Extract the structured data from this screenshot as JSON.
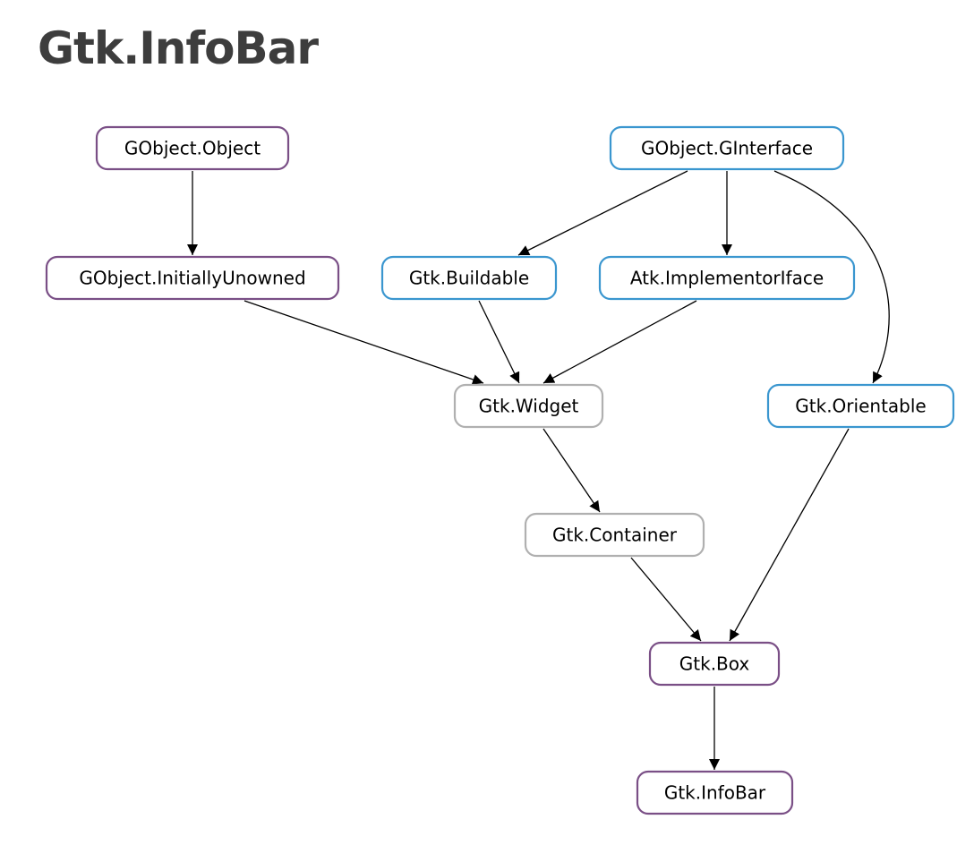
{
  "title": "Gtk.InfoBar",
  "colors": {
    "class": "#7a4f86",
    "interface": "#3a96cf",
    "abstract": "#b0b0b0",
    "edge": "#000000",
    "title": "#3d3d3d"
  },
  "nodes": [
    {
      "id": "gobject-object",
      "label": "GObject.Object",
      "kind": "class"
    },
    {
      "id": "gobject-ginterface",
      "label": "GObject.GInterface",
      "kind": "interface"
    },
    {
      "id": "gobject-initiallyunowned",
      "label": "GObject.InitiallyUnowned",
      "kind": "class"
    },
    {
      "id": "gtk-buildable",
      "label": "Gtk.Buildable",
      "kind": "interface"
    },
    {
      "id": "atk-implementoriface",
      "label": "Atk.ImplementorIface",
      "kind": "interface"
    },
    {
      "id": "gtk-widget",
      "label": "Gtk.Widget",
      "kind": "abstract"
    },
    {
      "id": "gtk-orientable",
      "label": "Gtk.Orientable",
      "kind": "interface"
    },
    {
      "id": "gtk-container",
      "label": "Gtk.Container",
      "kind": "abstract"
    },
    {
      "id": "gtk-box",
      "label": "Gtk.Box",
      "kind": "class"
    },
    {
      "id": "gtk-infobar",
      "label": "Gtk.InfoBar",
      "kind": "class"
    }
  ],
  "edges": [
    {
      "from": "gobject-object",
      "to": "gobject-initiallyunowned"
    },
    {
      "from": "gobject-ginterface",
      "to": "gtk-buildable"
    },
    {
      "from": "gobject-ginterface",
      "to": "atk-implementoriface"
    },
    {
      "from": "gobject-ginterface",
      "to": "gtk-orientable"
    },
    {
      "from": "gobject-initiallyunowned",
      "to": "gtk-widget"
    },
    {
      "from": "gtk-buildable",
      "to": "gtk-widget"
    },
    {
      "from": "atk-implementoriface",
      "to": "gtk-widget"
    },
    {
      "from": "gtk-widget",
      "to": "gtk-container"
    },
    {
      "from": "gtk-container",
      "to": "gtk-box"
    },
    {
      "from": "gtk-orientable",
      "to": "gtk-box"
    },
    {
      "from": "gtk-box",
      "to": "gtk-infobar"
    }
  ]
}
